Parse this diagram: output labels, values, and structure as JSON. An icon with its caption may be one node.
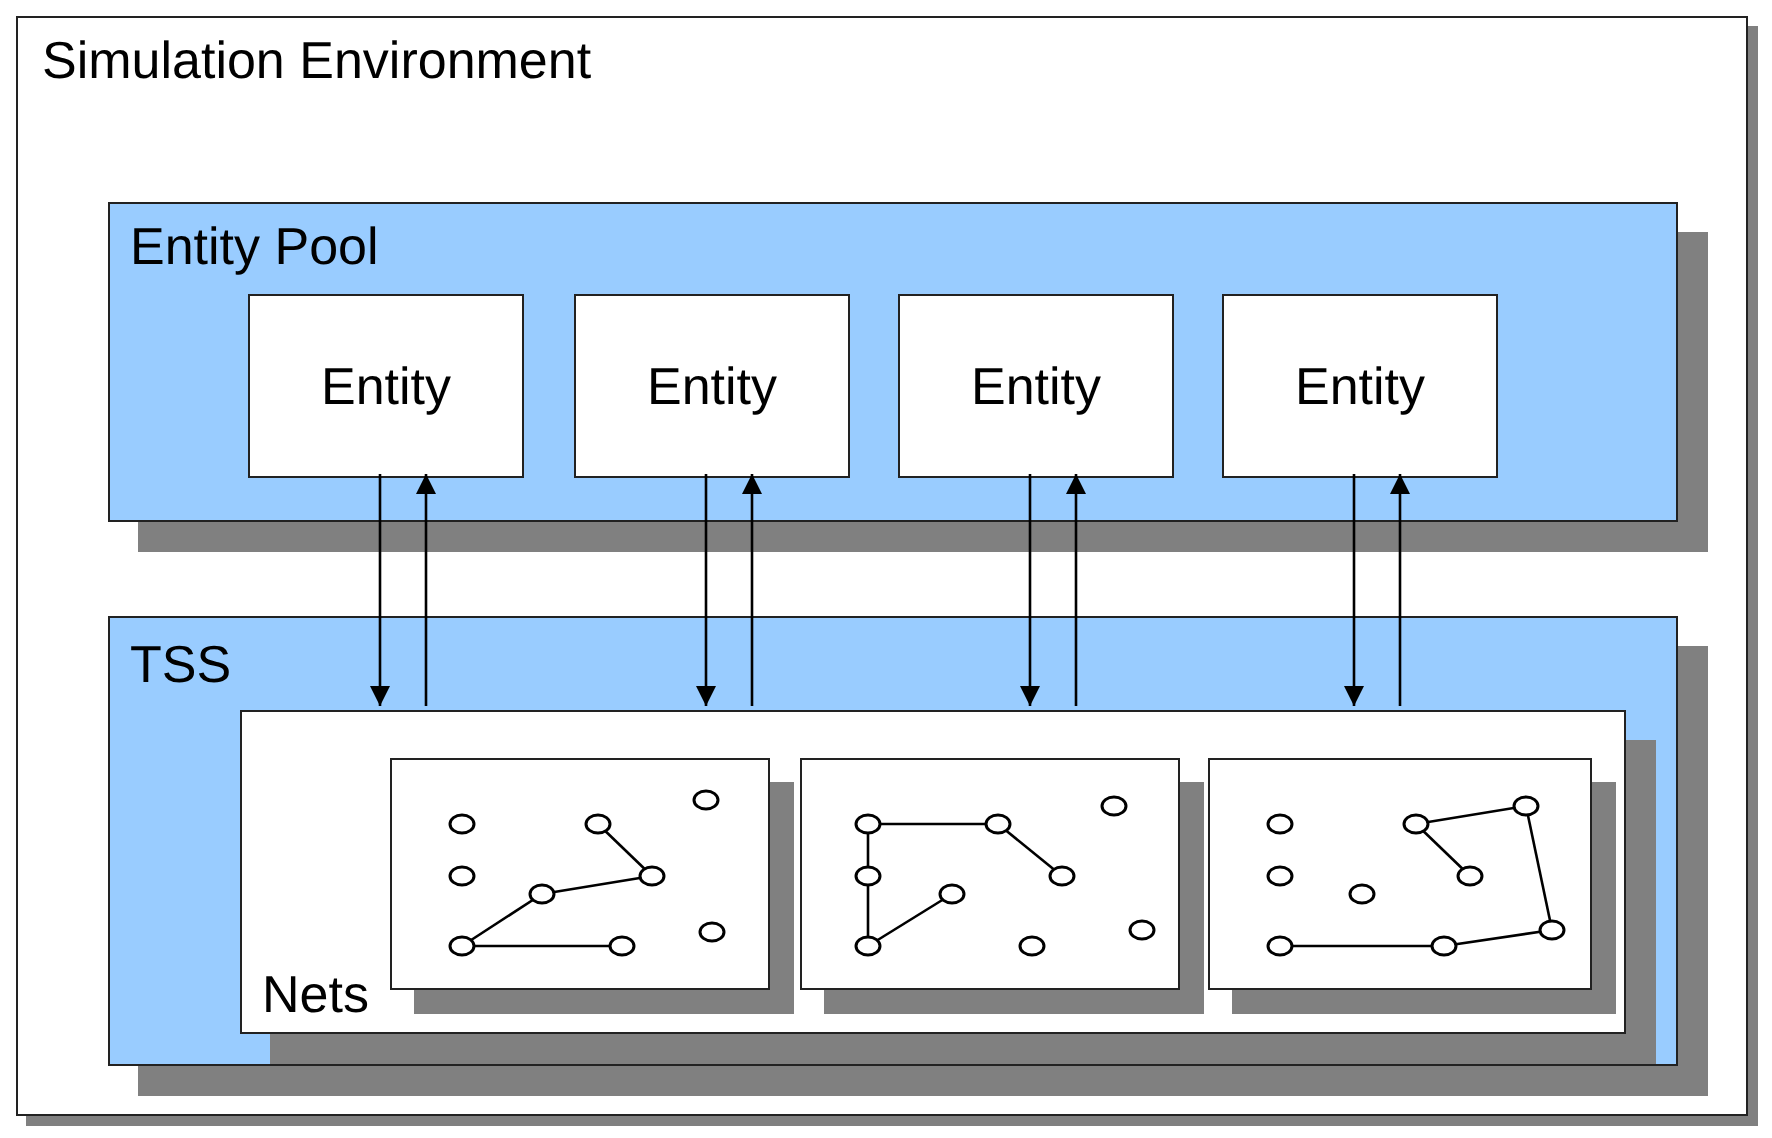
{
  "diagram": {
    "nodes": [
      {
        "text": [
          "Simulation Environment"
        ]
      },
      {
        "text": [
          "Entity Pool"
        ],
        "in": 0
      },
      {
        "text": [
          "Entity"
        ],
        "in": 1
      },
      {
        "text": [
          "Entity"
        ],
        "in": 1
      },
      {
        "text": [
          "Entity"
        ],
        "in": 1
      },
      {
        "text": [
          "Entity"
        ],
        "in": 1
      },
      {
        "text": [
          "TSS"
        ],
        "in": 0
      },
      {
        "text": [
          "Nets"
        ],
        "in": 6
      },
      {
        "text": [],
        "shape": "box",
        "in": 7
      },
      {
        "text": [],
        "shape": "box",
        "in": 7
      },
      {
        "text": [],
        "shape": "box",
        "in": 7
      }
    ],
    "edges": [
      {
        "from": 2,
        "to": 7,
        "arrow": "to"
      },
      {
        "from": 7,
        "to": 2,
        "arrow": "to"
      },
      {
        "from": 3,
        "to": 7,
        "arrow": "to"
      },
      {
        "from": 7,
        "to": 3,
        "arrow": "to"
      },
      {
        "from": 4,
        "to": 7,
        "arrow": "to"
      },
      {
        "from": 7,
        "to": 4,
        "arrow": "to"
      },
      {
        "from": 5,
        "to": 7,
        "arrow": "to"
      },
      {
        "from": 7,
        "to": 5,
        "arrow": "to"
      }
    ]
  }
}
